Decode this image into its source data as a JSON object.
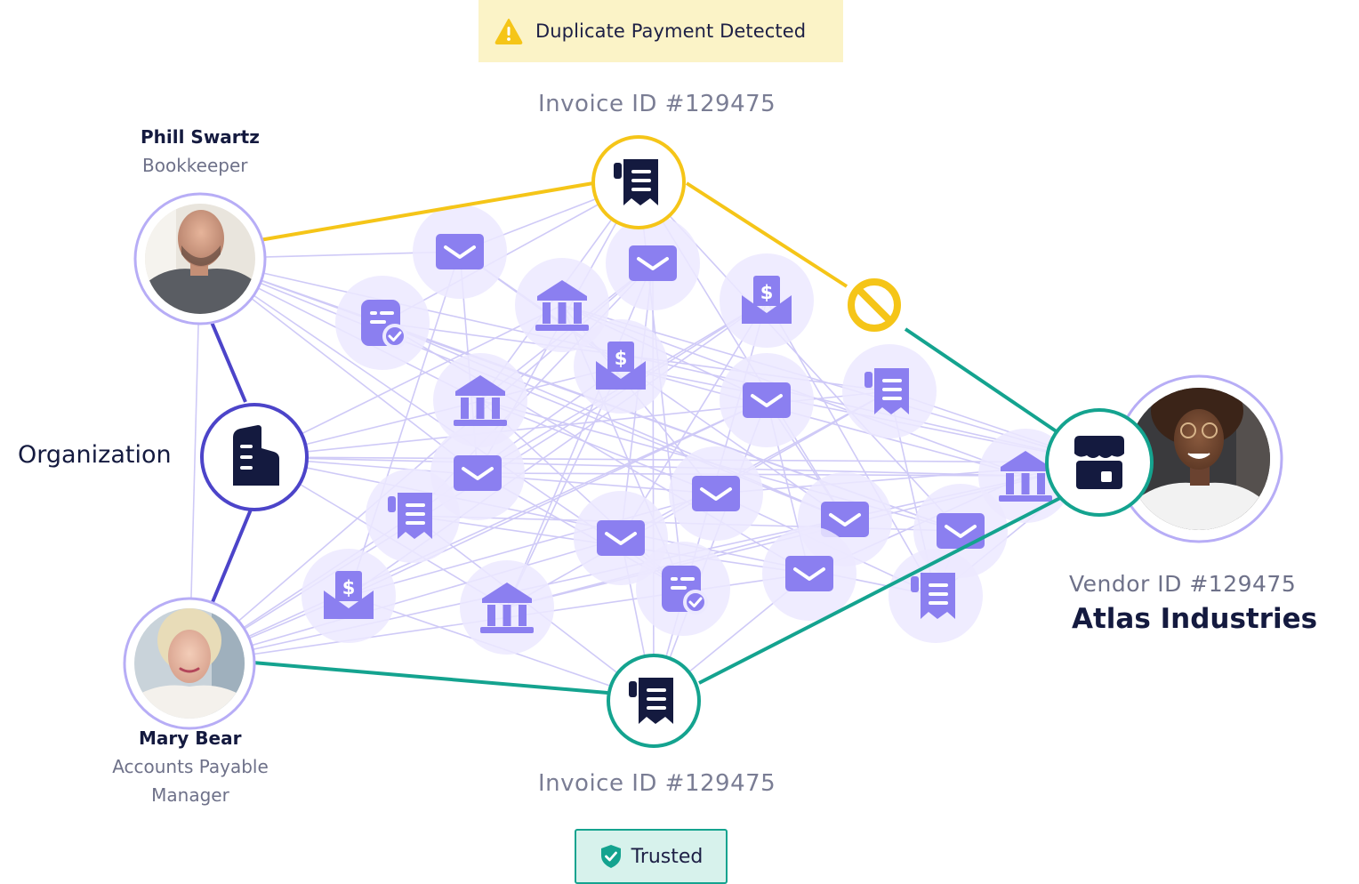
{
  "alert": {
    "label": "Duplicate Payment Detected",
    "icon": "warning-triangle-icon",
    "bg": "#fbf3c7",
    "accent": "#f5c518"
  },
  "invoice_top": {
    "label": "Invoice ID #129475",
    "status_color": "#f5c518"
  },
  "invoice_bottom": {
    "label": "Invoice ID #129475",
    "status_color": "#14a38f"
  },
  "people": {
    "phill": {
      "name": "Phill Swartz",
      "role": "Bookkeeper"
    },
    "mary": {
      "name": "Mary Bear",
      "role_line1": "Accounts Payable",
      "role_line2": "Manager"
    }
  },
  "organization": {
    "label": "Organization",
    "icon": "building-icon"
  },
  "vendor": {
    "id_label": "Vendor ID #129475",
    "name": "Atlas Industries",
    "icon": "storefront-icon"
  },
  "blocked": {
    "icon": "prohibited-icon"
  },
  "badge": {
    "label": "Trusted",
    "icon": "shield-check-icon",
    "color": "#14a38f"
  },
  "colors": {
    "ink": "#141a3f",
    "indigo": "#5b4fd6",
    "lavender": "#8b7ff0",
    "bubble": "#ece9ff",
    "teal": "#14a38f",
    "yellow": "#f5c518"
  },
  "background_nodes": [
    "envelope-icon",
    "envelope-icon",
    "bank-icon",
    "invoice-check-icon",
    "dollar-envelope-icon",
    "dollar-envelope-icon",
    "bank-icon",
    "envelope-icon",
    "receipt-icon",
    "envelope-icon",
    "receipt-icon",
    "envelope-icon",
    "envelope-icon",
    "envelope-icon",
    "bank-icon",
    "envelope-icon",
    "dollar-envelope-icon",
    "bank-icon",
    "invoice-check-icon",
    "envelope-icon",
    "receipt-icon"
  ]
}
